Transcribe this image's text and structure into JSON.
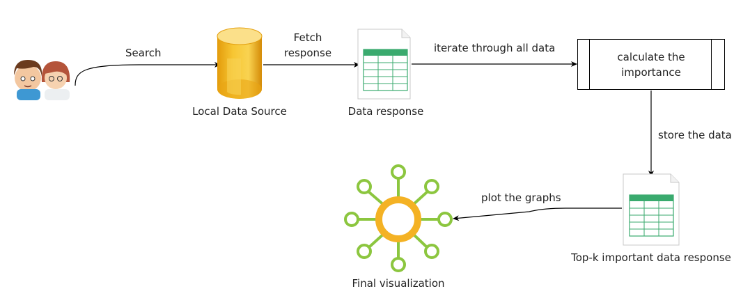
{
  "users": {
    "icon": "users-icon"
  },
  "edges": {
    "search": "Search",
    "fetch": "Fetch",
    "fetch_line2": "response",
    "iterate": "iterate through all data",
    "store": "store the data",
    "plot": "plot the graphs"
  },
  "nodes": {
    "local_data_source": "Local Data Source",
    "data_response": "Data response",
    "calculate_line1": "calculate the",
    "calculate_line2": "importance",
    "topk_response": "Top-k important data response",
    "final_visualization": "Final visualization"
  },
  "icons": {
    "database": "database-icon",
    "document": "spreadsheet-document-icon",
    "visualization": "network-hub-icon"
  },
  "colors": {
    "database_gold": "#f2b61c",
    "sheet_green": "#3aaa6e",
    "hub_orange": "#f4b224",
    "node_green": "#8cc63f"
  }
}
